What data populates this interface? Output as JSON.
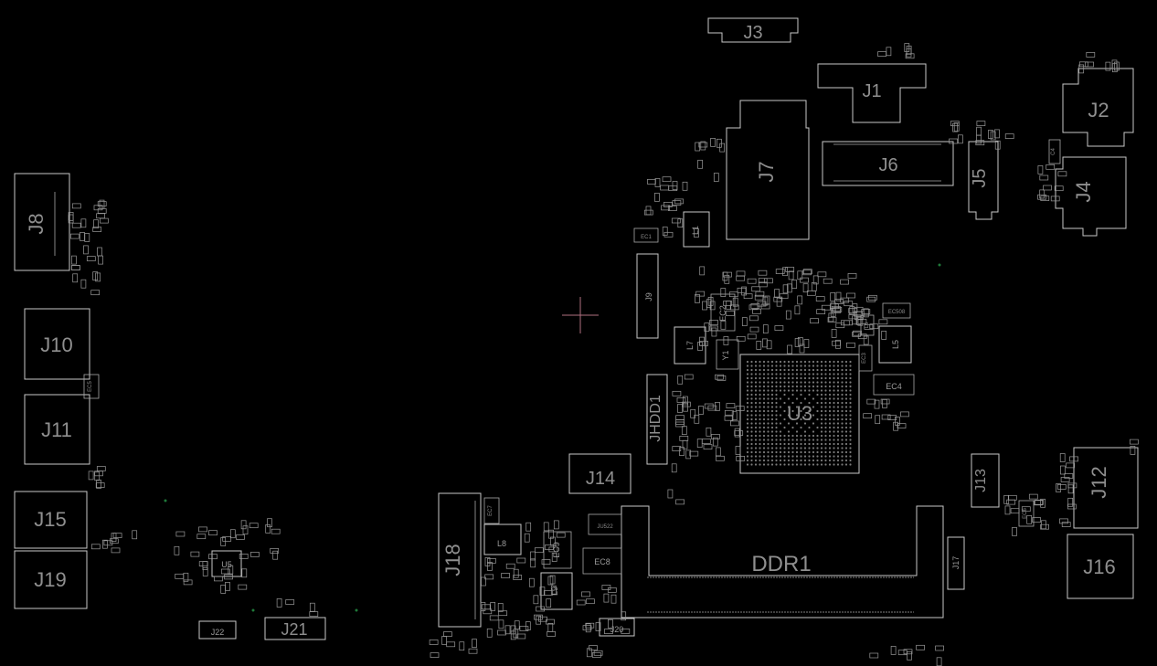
{
  "labels": {
    "J1": "J1",
    "J2": "J2",
    "J3": "J3",
    "J4": "J4",
    "J5": "J5",
    "J6": "J6",
    "J7": "J7",
    "J8": "J8",
    "J9": "J9",
    "J10": "J10",
    "J11": "J11",
    "J12": "J12",
    "J13": "J13",
    "J14": "J14",
    "J15": "J15",
    "J16": "J16",
    "J17": "J17",
    "J18": "J18",
    "J19": "J19",
    "J20": "J20",
    "J21": "J21",
    "J22": "J22",
    "JHDD1": "JHDD1",
    "U3": "U3",
    "U5": "U5",
    "DDR1": "DDR1",
    "L1": "L1",
    "L5": "L5",
    "L7": "L7",
    "L8": "L8",
    "L9": "L9",
    "Y1": "Y1",
    "EC1": "EC1",
    "EC2": "EC2",
    "EC3": "EC3",
    "EC4": "EC4",
    "EC5": "EC5",
    "EC6": "EC6",
    "EC7": "EC7",
    "EC8": "EC8",
    "EC9": "EC9",
    "JU522": "JU522",
    "C4": "C4",
    "EC508": "EC508",
    "L6": "L6"
  }
}
